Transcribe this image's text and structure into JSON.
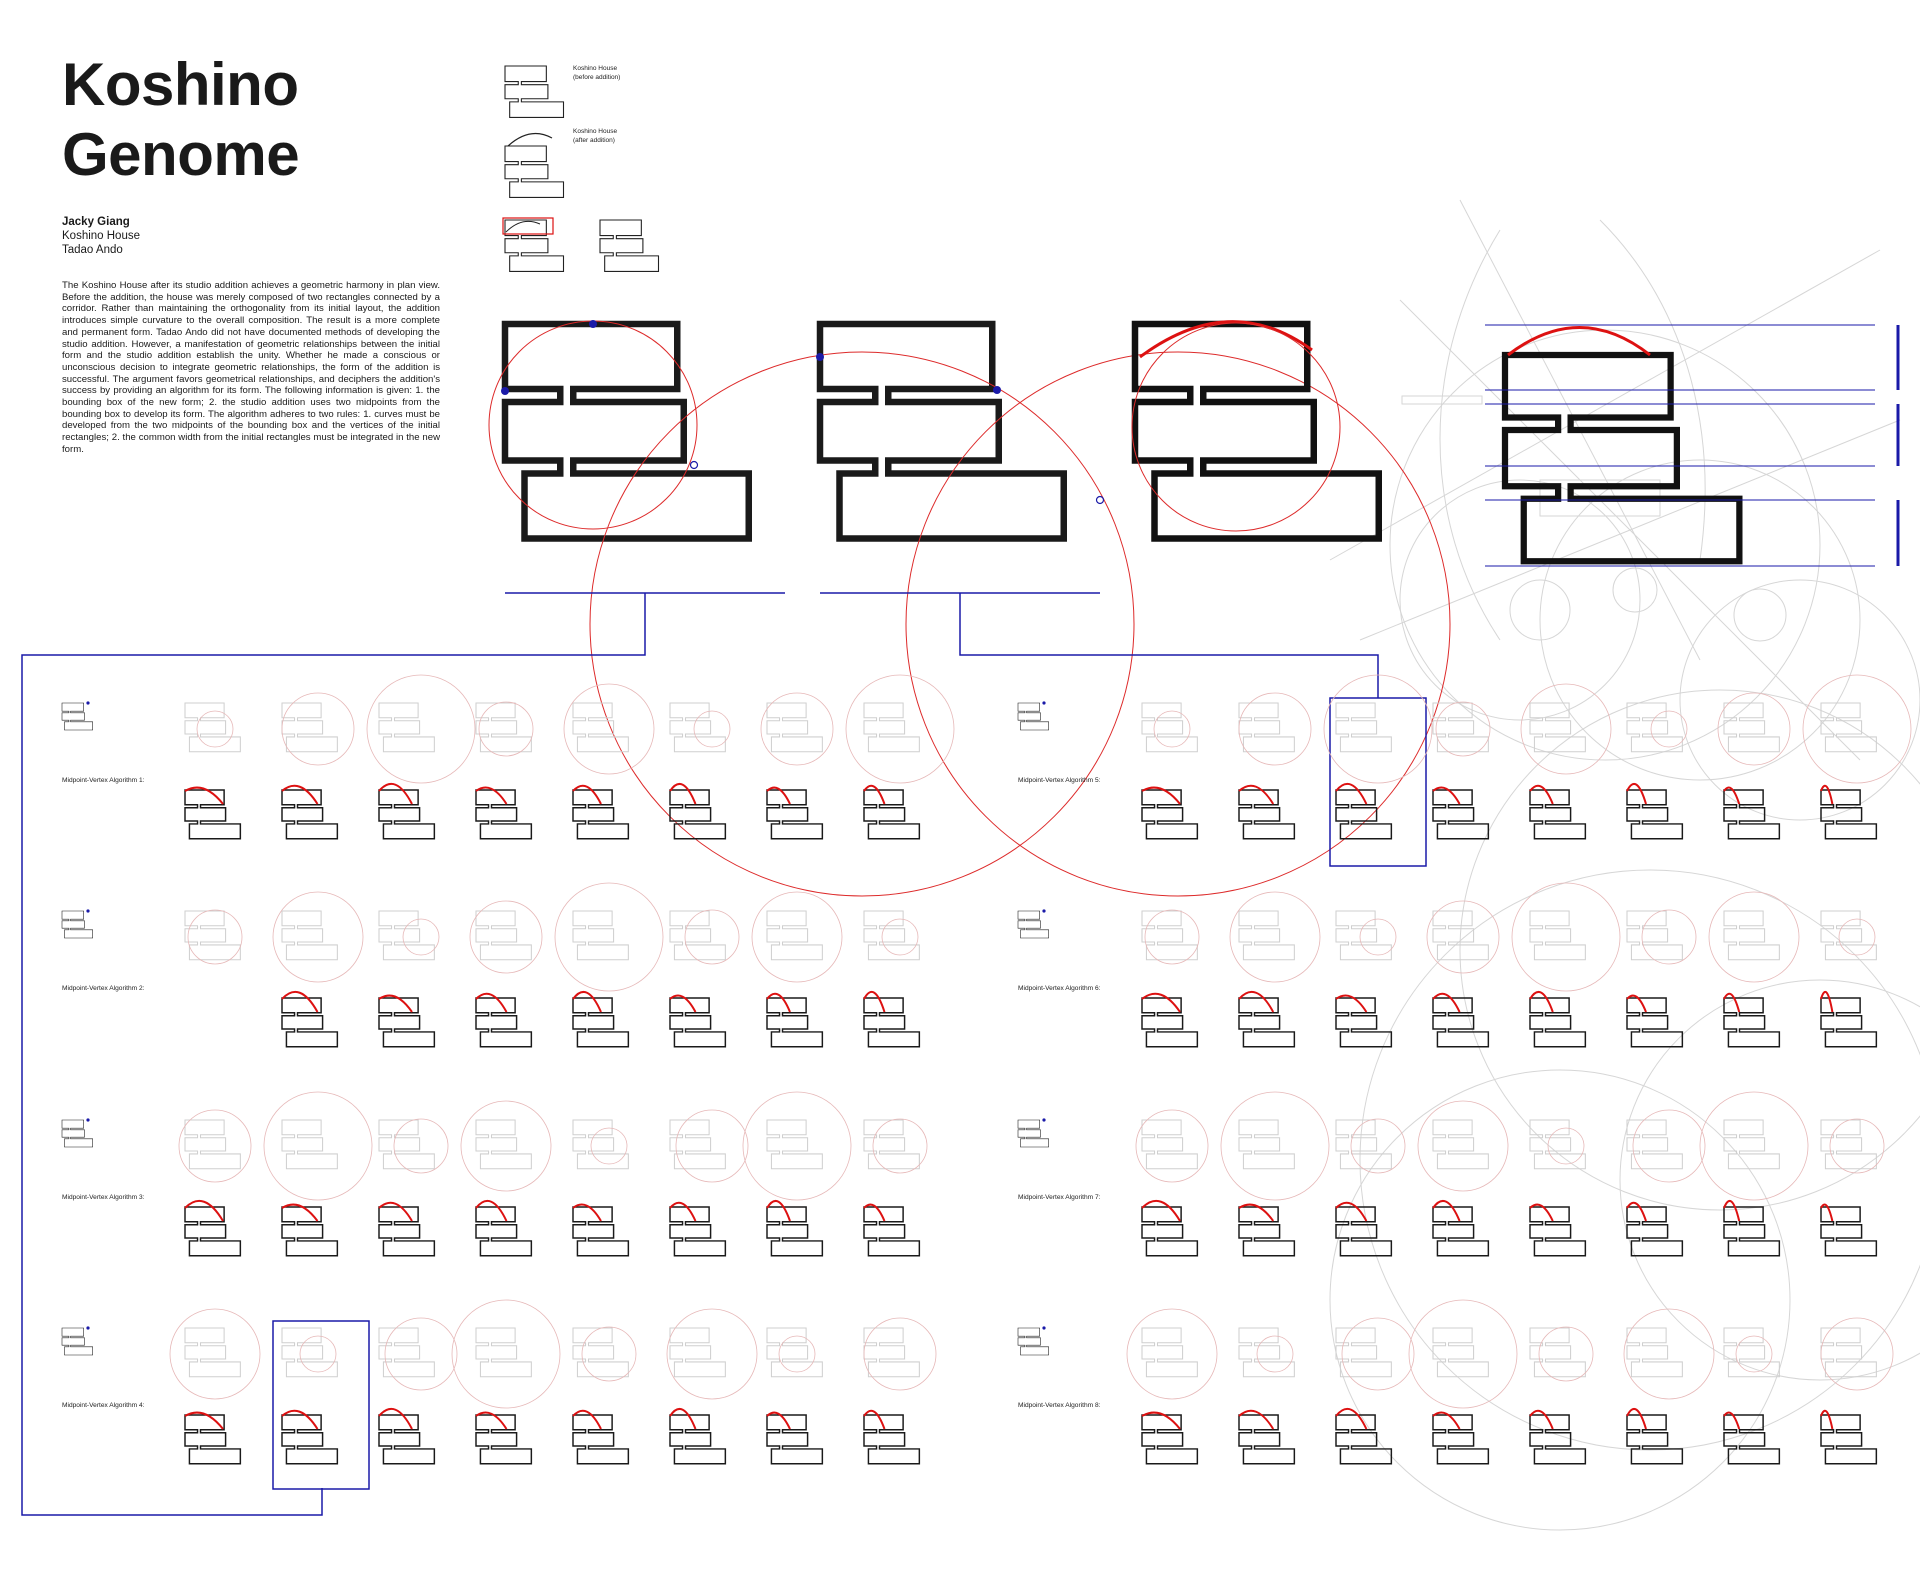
{
  "title_line1": "Koshino",
  "title_line2": "Genome",
  "author": "Jacky Giang",
  "project": "Koshino House",
  "architect": "Tadao Ando",
  "description": "The Koshino House after its studio addition achieves a geometric harmony in plan view. Before the addition, the house was merely composed of two rectangles connected by a corridor. Rather than maintaining the orthogonality from its initial layout, the addition introduces simple curvature to the overall composition. The result is a more complete and permanent form. Tadao Ando did not have documented methods of developing the studio addition. However, a manifestation of geometric relationships between the initial form and the studio addition establish the unity. Whether he made a conscious or unconscious decision to integrate geometric relationships, the form of the addition is successful. The argument favors geometrical relationships, and deciphers the addition's success by providing an algorithm for its form. The following information is given: 1. the bounding box of the new form; 2. the studio addition uses two midpoints from the bounding box to develop its form. The algorithm adheres to two rules: 1. curves must be developed from the two midpoints of the bounding box and the vertices of the initial rectangles; 2. the common width from the initial rectangles must be integrated in the new form.",
  "legend": {
    "before_title": "Koshino House",
    "before_sub": "(before addition)",
    "after_title": "Koshino House",
    "after_sub": "(after addition)"
  },
  "algorithms": [
    "Midpoint-Vertex Algorithm 1:",
    "Midpoint-Vertex Algorithm 2:",
    "Midpoint-Vertex Algorithm 3:",
    "Midpoint-Vertex Algorithm 4:",
    "Midpoint-Vertex Algorithm 5:",
    "Midpoint-Vertex Algorithm 6:",
    "Midpoint-Vertex Algorithm 7:",
    "Midpoint-Vertex Algorithm 8:"
  ],
  "colors": {
    "curve": "#dd1111",
    "construction": "#dd2a2a",
    "connector": "#1a1aa8",
    "ink": "#1a1a1a",
    "ghost": "#c8c8c8"
  }
}
